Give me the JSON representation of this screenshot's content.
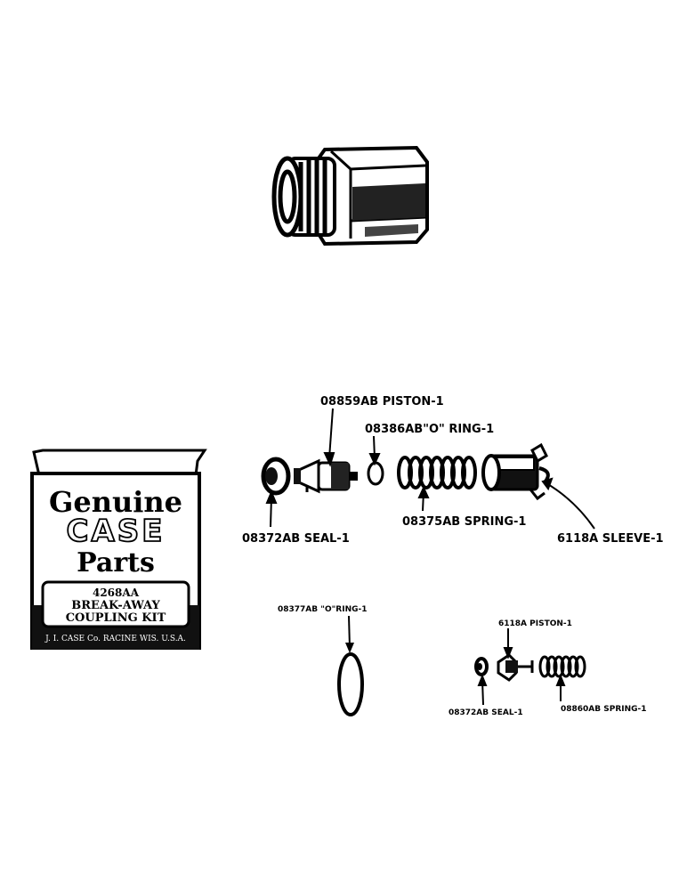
{
  "labels": {
    "piston_1": "08859AB PISTON-1",
    "o_ring_1": "08386AB\"O\" RING-1",
    "seal_1": "08372AB SEAL-1",
    "spring_1": "08375AB SPRING-1",
    "sleeve_1": "6118A SLEEVE-1",
    "o_ring_2": "08377AB \"O\"RING-1",
    "piston_2": "6118A PISTON-1",
    "seal_2": "08372AB SEAL-1",
    "spring_2": "08860AB SPRING-1"
  },
  "kit_box": {
    "line1": "Genuine",
    "line2": "CASE",
    "line3": "Parts",
    "kit_number": "4268AA",
    "kit_name_1": "BREAK-AWAY",
    "kit_name_2": "COUPLING KIT",
    "maker": "J. I. CASE Co. RACINE WIS. U.S.A."
  },
  "icons": {
    "coupling": "hex-coupling-fitting-icon",
    "seal": "seal-ring-icon",
    "piston": "piston-icon",
    "o_ring": "o-ring-icon",
    "spring": "coil-spring-icon",
    "sleeve": "sleeve-icon"
  }
}
